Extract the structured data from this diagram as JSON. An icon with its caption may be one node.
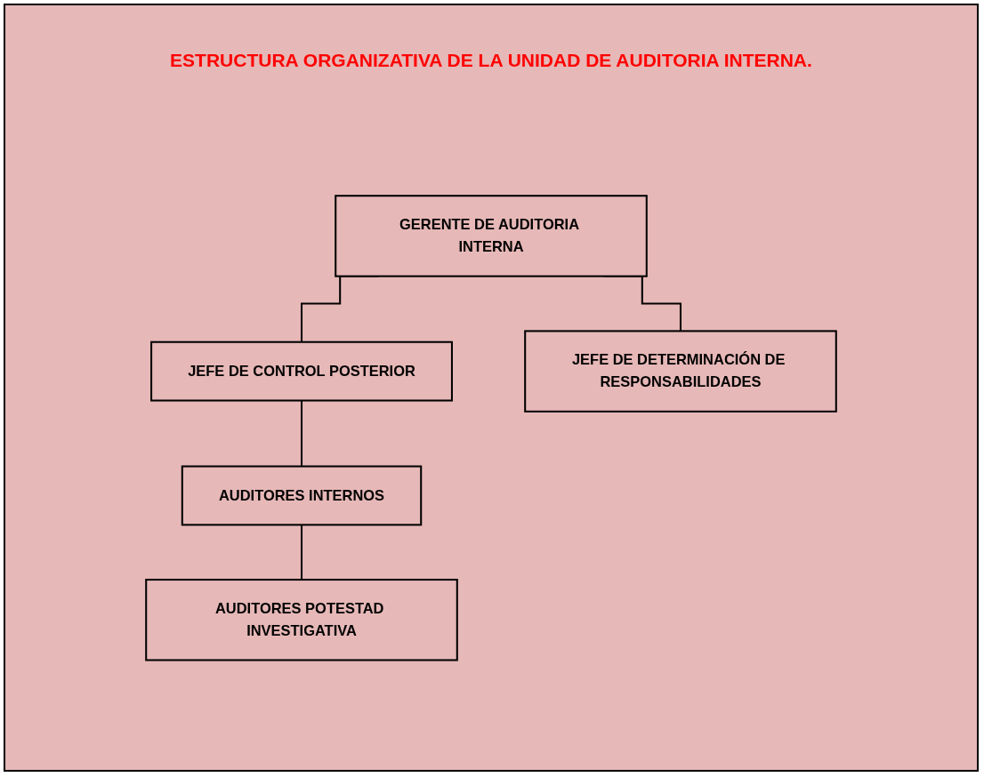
{
  "diagram": {
    "title": "ESTRUCTURA ORGANIZATIVA DE LA UNIDAD DE AUDITORIA INTERNA.",
    "nodes": [
      {
        "text": [
          "GERENTE DE AUDITORIA INTERNA"
        ]
      },
      {
        "text": [
          "JEFE DE CONTROL POSTERIOR"
        ]
      },
      {
        "text": [
          "JEFE DE DETERMINACIÓN DE RESPONSABILIDADES"
        ]
      },
      {
        "text": [
          "AUDITORES INTERNOS"
        ]
      },
      {
        "text": [
          "AUDITORES POTESTAD INVESTIGATIVA"
        ]
      }
    ],
    "edges": [
      {
        "from": 0,
        "to": 1,
        "arrow": "none"
      },
      {
        "from": 0,
        "to": 2,
        "arrow": "none"
      },
      {
        "from": 1,
        "to": 3,
        "arrow": "none"
      },
      {
        "from": 3,
        "to": 4,
        "arrow": "none"
      }
    ]
  }
}
